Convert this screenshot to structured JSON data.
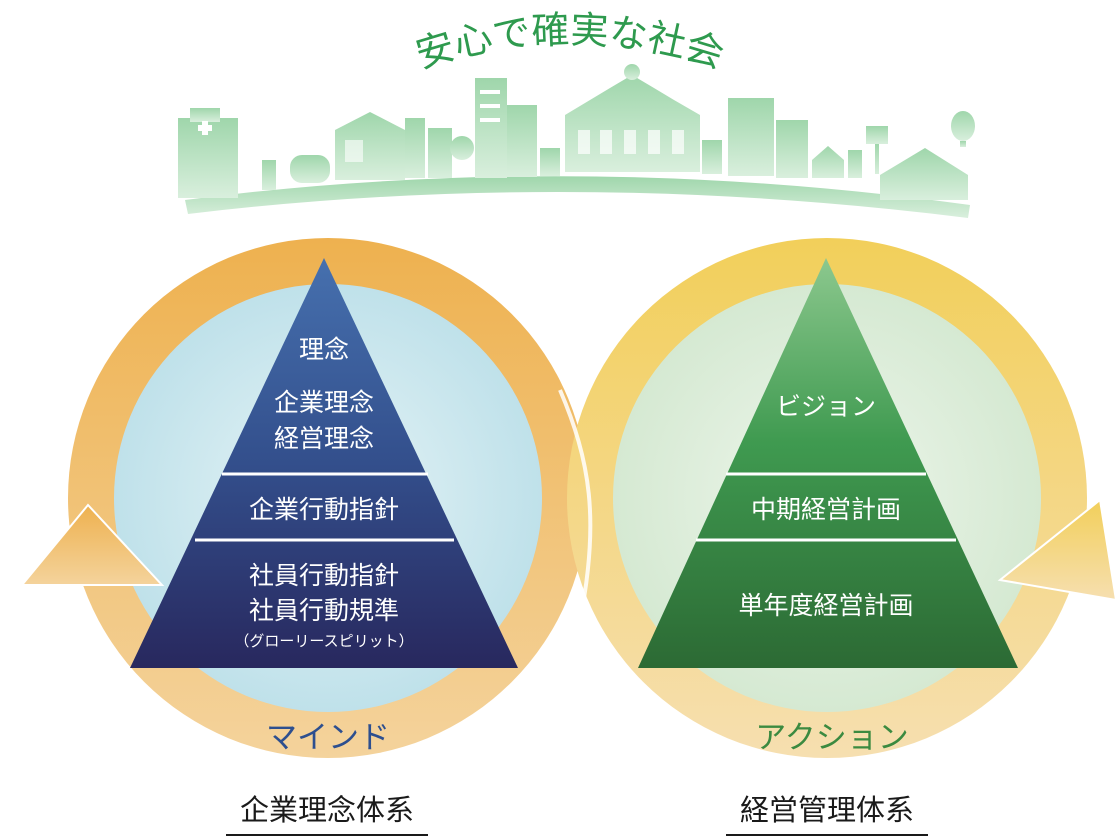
{
  "headline": "安心で確実な社会",
  "left_cycle": {
    "arc_label": "マインド",
    "caption": "企業理念体系",
    "tiers": [
      {
        "lines": [
          "理念",
          "企業理念",
          "経営理念"
        ]
      },
      {
        "lines": [
          "企業行動指針"
        ]
      },
      {
        "lines": [
          "社員行動指針",
          "社員行動規準"
        ],
        "note": "（グローリースピリット）"
      }
    ]
  },
  "right_cycle": {
    "arc_label": "アクション",
    "caption": "経営管理体系",
    "tiers": [
      {
        "lines": [
          "ビジョン"
        ]
      },
      {
        "lines": [
          "中期経営計画"
        ]
      },
      {
        "lines": [
          "単年度経営計画"
        ]
      }
    ]
  },
  "colors": {
    "headline_green": "#2e9a4e",
    "city_green": "#bfe3c7",
    "ring_orange": "#efb85a",
    "ring_yellow": "#f2d25a",
    "left_pyramid_top": "#3f6ba8",
    "left_pyramid_bottom": "#2a2a62",
    "right_pyramid_top": "#7fc083",
    "right_pyramid_bottom": "#2c6a34",
    "left_inner_circle": "#c8e6ee",
    "right_inner_circle": "#dcecd9"
  }
}
